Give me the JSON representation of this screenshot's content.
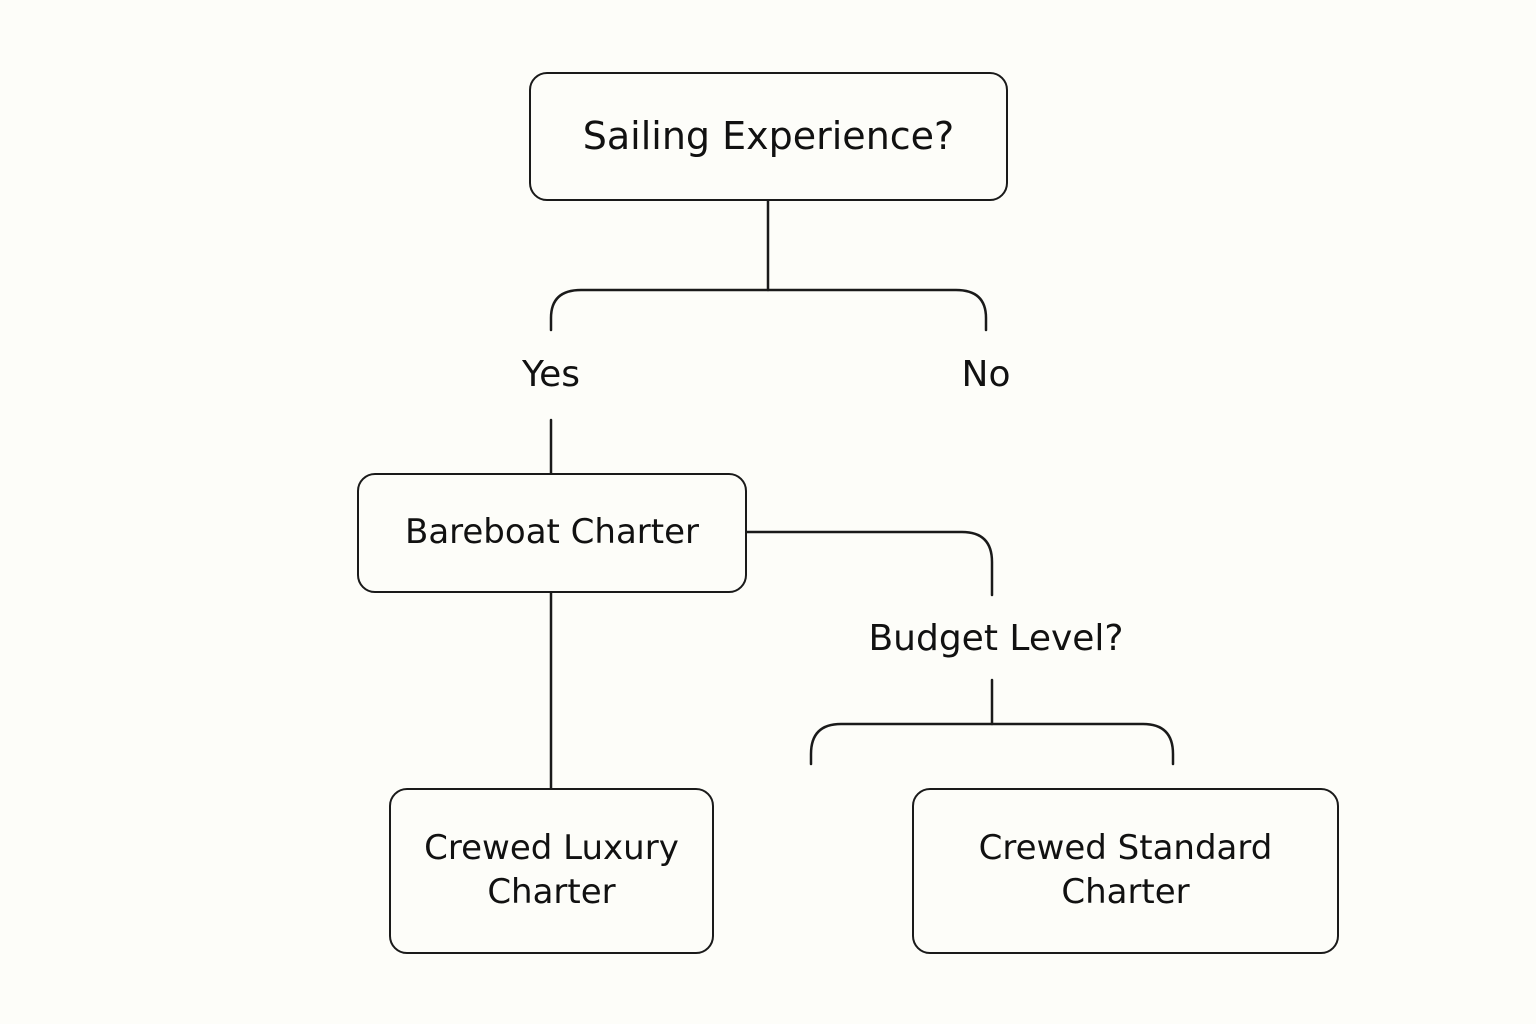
{
  "nodes": {
    "root": "Sailing Experience?",
    "bareboat": "Bareboat Charter",
    "crewed_luxury": "Crewed Luxury\nCharter",
    "crewed_standard": "Crewed Standard\nCharter"
  },
  "labels": {
    "yes": "Yes",
    "no": "No",
    "budget": "Budget Level?"
  },
  "colors": {
    "stroke": "#1a1a1a",
    "background": "#fdfdf9",
    "text": "#111111"
  }
}
